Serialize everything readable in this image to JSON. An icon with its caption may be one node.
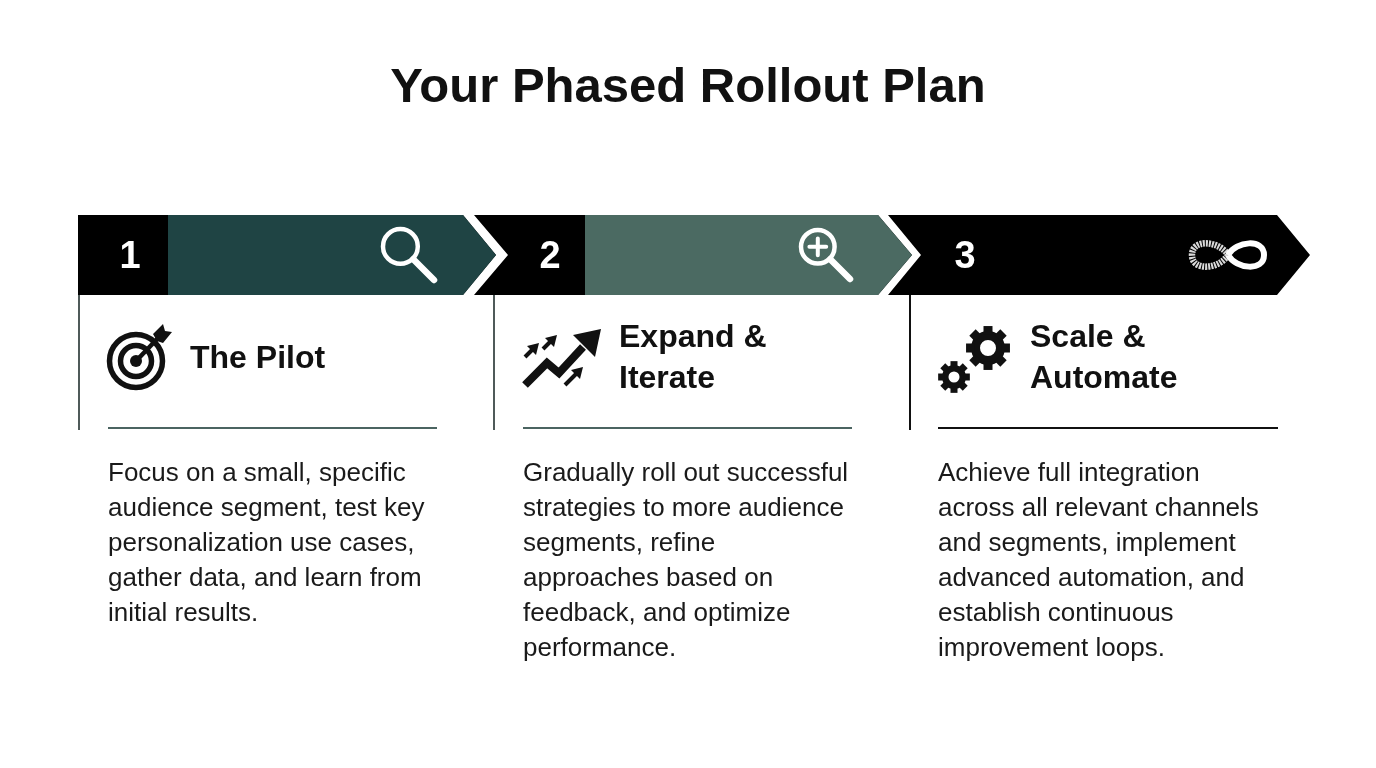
{
  "diagram": {
    "title": "Your Phased Rollout Plan",
    "nodes": [
      {
        "text": [
          "1"
        ]
      },
      {
        "text": [
          "2"
        ]
      },
      {
        "text": [
          "3"
        ]
      },
      {
        "text": [
          "The Pilot",
          "Focus on a small, specific audience segment, test key personalization use cases, gather data, and learn from initial results."
        ]
      },
      {
        "text": [
          "Expand & Iterate",
          "Gradually roll out successful strategies to more audience segments, refine approaches based on feedback, and optimize performance."
        ]
      },
      {
        "text": [
          "Scale & Automate",
          "Achieve full integration across all relevant channels and segments, implement advanced automation, and establish continuous improvement loops."
        ]
      }
    ]
  }
}
